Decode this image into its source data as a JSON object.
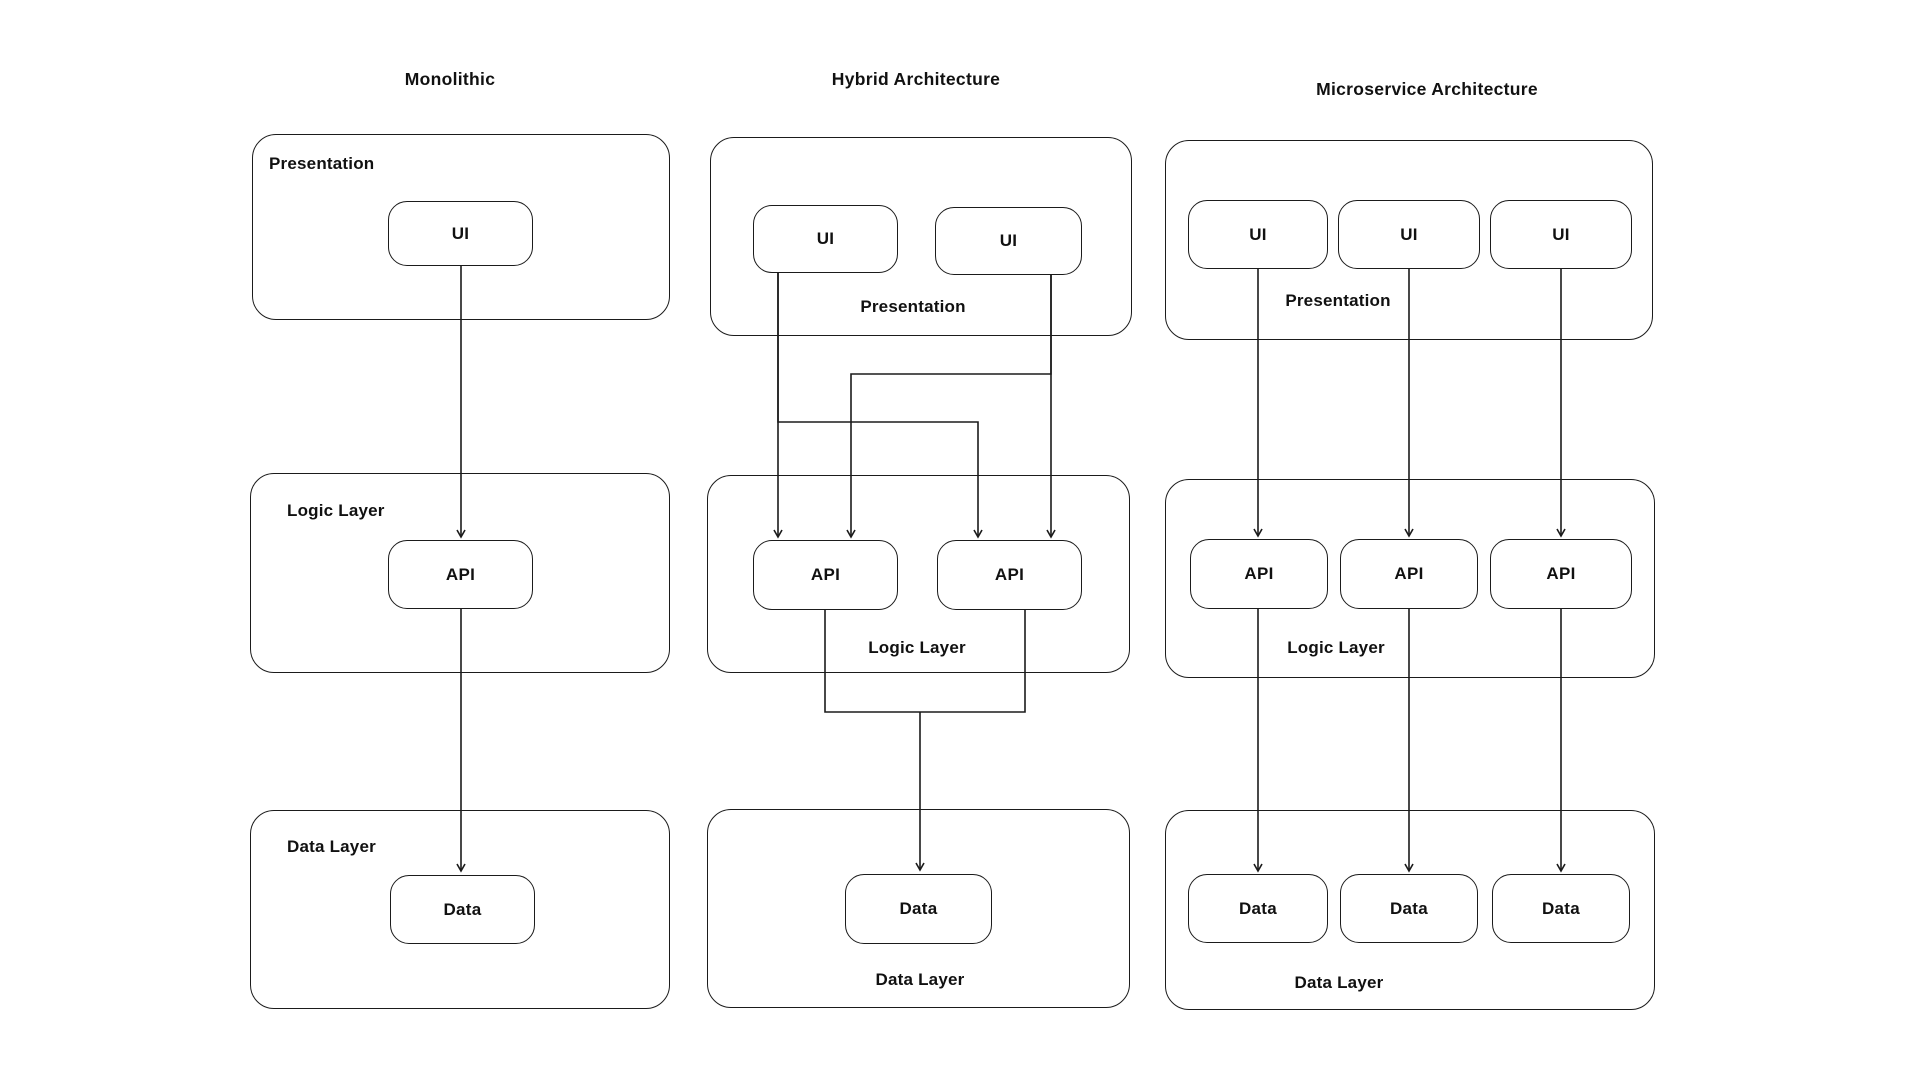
{
  "colors": {
    "background": "#ffffff",
    "line": "#1b1b1b",
    "text": "#111111"
  },
  "columns": [
    {
      "title": "Monolithic",
      "layers": [
        {
          "label": "Presentation",
          "label_position": "top-left",
          "nodes": [
            "UI"
          ]
        },
        {
          "label": "Logic Layer",
          "label_position": "top-left",
          "nodes": [
            "API"
          ]
        },
        {
          "label": "Data Layer",
          "label_position": "top-left",
          "nodes": [
            "Data"
          ]
        }
      ],
      "connections": [
        "UI → API",
        "API → Data"
      ]
    },
    {
      "title": "Hybrid Architecture",
      "layers": [
        {
          "label": "Presentation",
          "label_position": "bottom-center",
          "nodes": [
            "UI",
            "UI"
          ]
        },
        {
          "label": "Logic Layer",
          "label_position": "bottom-center",
          "nodes": [
            "API",
            "API"
          ]
        },
        {
          "label": "Data Layer",
          "label_position": "bottom-center",
          "nodes": [
            "Data"
          ]
        }
      ],
      "connections": [
        "UI 1 → API 1",
        "UI 1 → API 2",
        "UI 2 → API 1",
        "UI 2 → API 2",
        "API 1 → Data",
        "API 2 → Data"
      ]
    },
    {
      "title": "Microservice Architecture",
      "layers": [
        {
          "label": "Presentation",
          "label_position": "bottom-center",
          "nodes": [
            "UI",
            "UI",
            "UI"
          ]
        },
        {
          "label": "Logic Layer",
          "label_position": "bottom-center",
          "nodes": [
            "API",
            "API",
            "API"
          ]
        },
        {
          "label": "Data Layer",
          "label_position": "bottom-center",
          "nodes": [
            "Data",
            "Data",
            "Data"
          ]
        }
      ],
      "connections": [
        "UI 1 → API 1",
        "UI 2 → API 2",
        "UI 3 → API 3",
        "API 1 → Data 1",
        "API 2 → Data 2",
        "API 3 → Data 3"
      ]
    }
  ]
}
